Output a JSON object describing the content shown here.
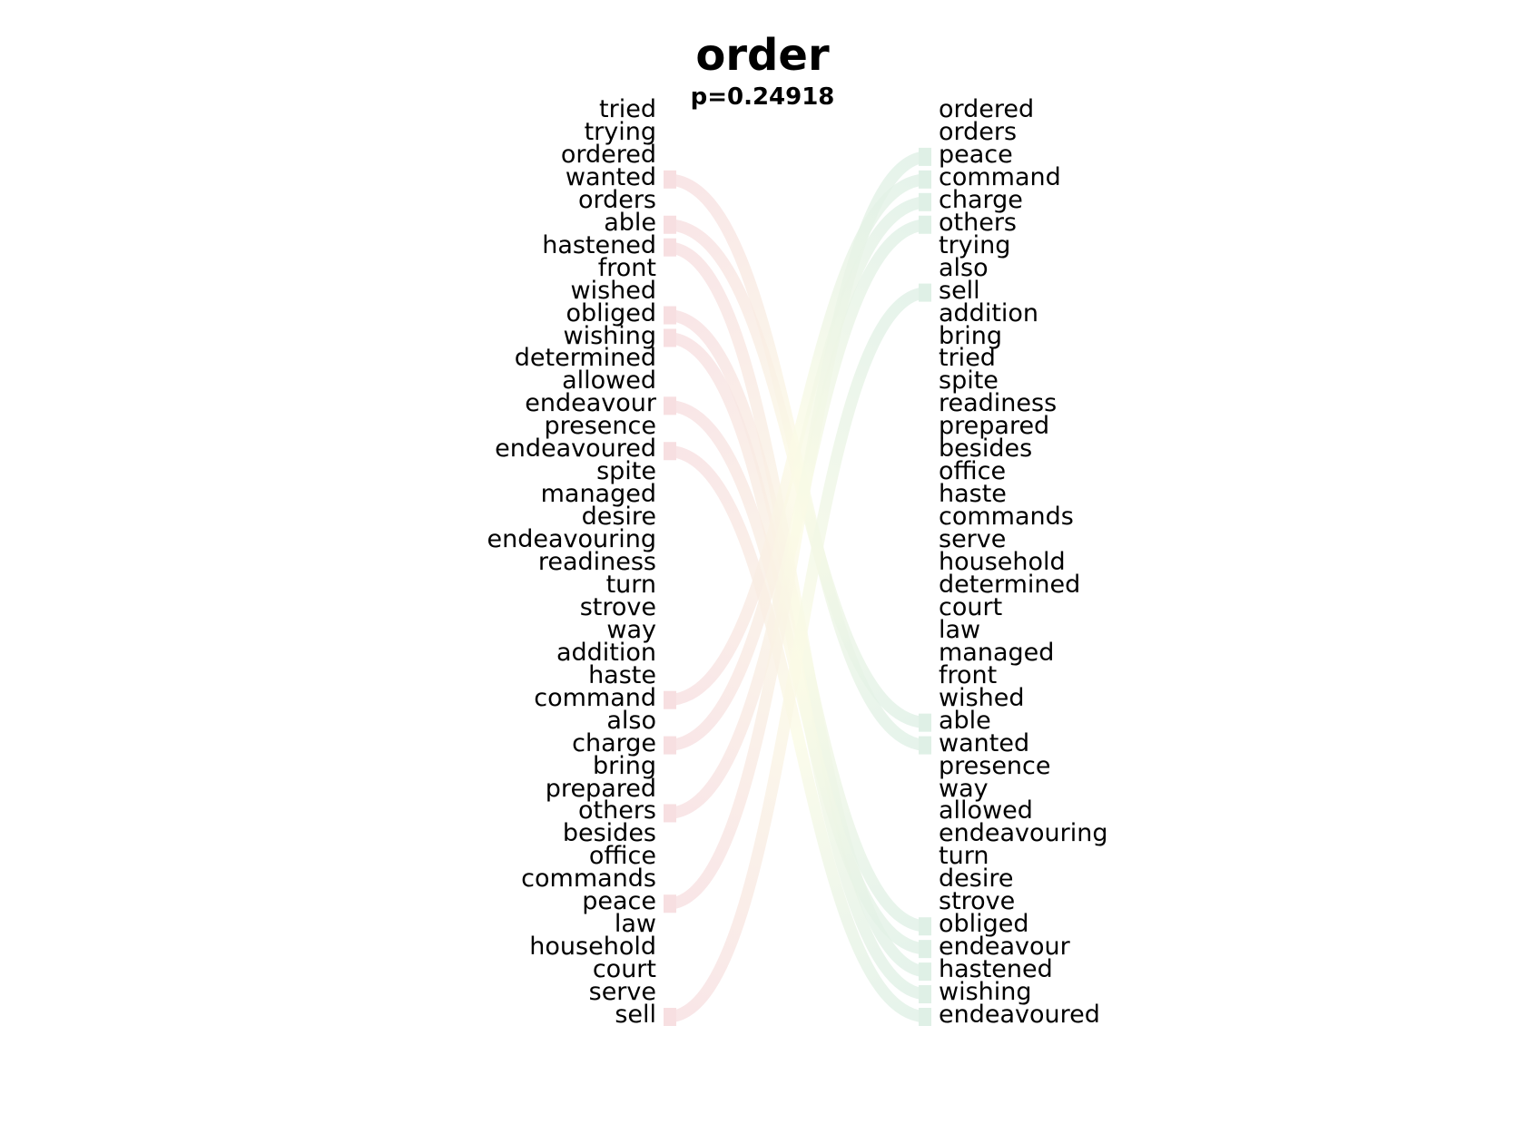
{
  "title": "order",
  "subtitle": "p=0.24918",
  "left_words": [
    "tried",
    "trying",
    "ordered",
    "wanted",
    "orders",
    "able",
    "hastened",
    "front",
    "wished",
    "obliged",
    "wishing",
    "determined",
    "allowed",
    "endeavour",
    "presence",
    "endeavoured",
    "spite",
    "managed",
    "desire",
    "endeavouring",
    "readiness",
    "turn",
    "strove",
    "way",
    "addition",
    "haste",
    "command",
    "also",
    "charge",
    "bring",
    "prepared",
    "others",
    "besides",
    "office",
    "commands",
    "peace",
    "law",
    "household",
    "court",
    "serve",
    "sell"
  ],
  "right_words": [
    "ordered",
    "orders",
    "peace",
    "command",
    "charge",
    "others",
    "trying",
    "also",
    "sell",
    "addition",
    "bring",
    "tried",
    "spite",
    "readiness",
    "prepared",
    "besides",
    "office",
    "haste",
    "commands",
    "serve",
    "household",
    "determined",
    "court",
    "law",
    "managed",
    "front",
    "wished",
    "able",
    "wanted",
    "presence",
    "way",
    "allowed",
    "endeavouring",
    "turn",
    "desire",
    "strove",
    "obliged",
    "endeavour",
    "hastened",
    "wishing",
    "endeavoured"
  ],
  "links": [
    {
      "word": "wanted",
      "left_rank": 3,
      "right_rank": 28
    },
    {
      "word": "able",
      "left_rank": 5,
      "right_rank": 27
    },
    {
      "word": "hastened",
      "left_rank": 6,
      "right_rank": 38
    },
    {
      "word": "obliged",
      "left_rank": 9,
      "right_rank": 36
    },
    {
      "word": "wishing",
      "left_rank": 10,
      "right_rank": 39
    },
    {
      "word": "endeavour",
      "left_rank": 13,
      "right_rank": 37
    },
    {
      "word": "endeavoured",
      "left_rank": 15,
      "right_rank": 40
    },
    {
      "word": "command",
      "left_rank": 26,
      "right_rank": 3
    },
    {
      "word": "charge",
      "left_rank": 28,
      "right_rank": 4
    },
    {
      "word": "others",
      "left_rank": 31,
      "right_rank": 5
    },
    {
      "word": "peace",
      "left_rank": 35,
      "right_rank": 2
    },
    {
      "word": "sell",
      "left_rank": 40,
      "right_rank": 8
    }
  ],
  "colors": {
    "left_endpoint": "#f7dfe1",
    "right_endpoint": "#dff0e6",
    "mid": "#fbfbe6",
    "text": "#000000"
  }
}
